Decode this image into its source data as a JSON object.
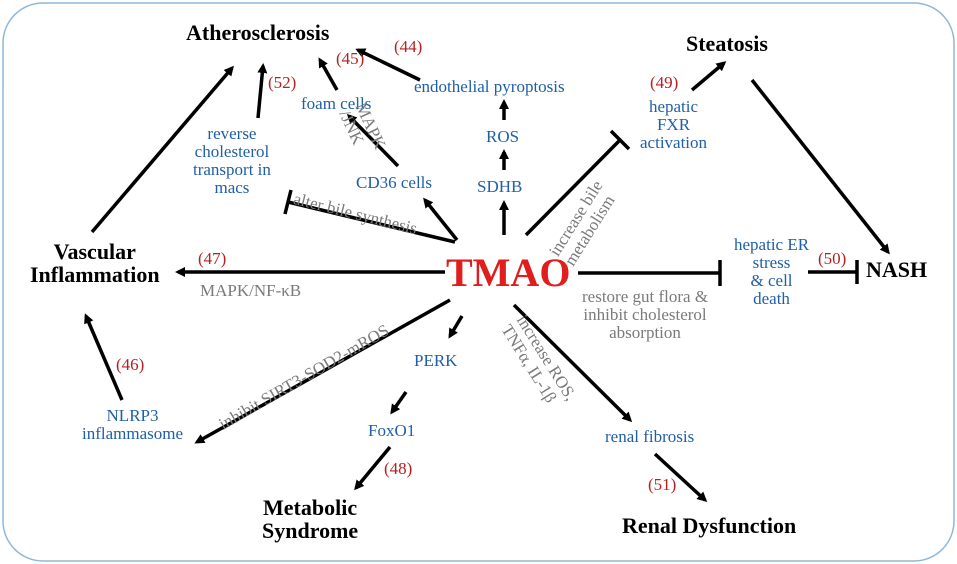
{
  "central": "TMAO",
  "outcomes": {
    "atherosclerosis": "Atherosclerosis",
    "steatosis": "Steatosis",
    "vascular_inflammation": "Vascular\nInflammation",
    "nash": "NASH",
    "metabolic_syndrome": "Metabolic\nSyndrome",
    "renal_dysfunction": "Renal Dysfunction"
  },
  "mediators": {
    "endothelial_pyroptosis": "endothelial  pyroptosis",
    "ros": "ROS",
    "sdhb": "SDHB",
    "foam_cells": "foam cells",
    "cd36_cells": "CD36 cells",
    "reverse_cholesterol": "reverse\ncholesterol\ntransport in\nmacs",
    "hepatic_fxr": "hepatic\nFXR\nactivation",
    "hepatic_er": "hepatic ER\nstress\n& cell\ndeath",
    "perk": "PERK",
    "foxo1": "FoxO1",
    "nlrp3": "NLRP3\ninflammasome",
    "renal_fibrosis": "renal fibrosis"
  },
  "mechanisms": {
    "mapk_jnk": "MAPK\n/JNK",
    "alter_bile": "alter bile synthesis",
    "increase_bile": "increase bile\nmetabolism",
    "mapk_nfkb": "MAPK/NF-κB",
    "restore_gut": "restore gut flora &\ninhibit cholesterol\nabsorption",
    "inhibit_sirt3": "inhibit SIRT3-SOD2-mROS",
    "increase_ros": "increase ROS,\nTNFα, IL-1β"
  },
  "refs": {
    "r44": "(44)",
    "r45": "(45)",
    "r46": "(46)",
    "r47": "(47)",
    "r48": "(48)",
    "r49": "(49)",
    "r50": "(50)",
    "r51": "(51)",
    "r52": "(52)"
  },
  "colors": {
    "border": "#8fb8d8",
    "mediator": "#1f5fa8",
    "reference": "#b52020",
    "mechanism": "#7a7a7a",
    "central": "#e01e1e"
  }
}
